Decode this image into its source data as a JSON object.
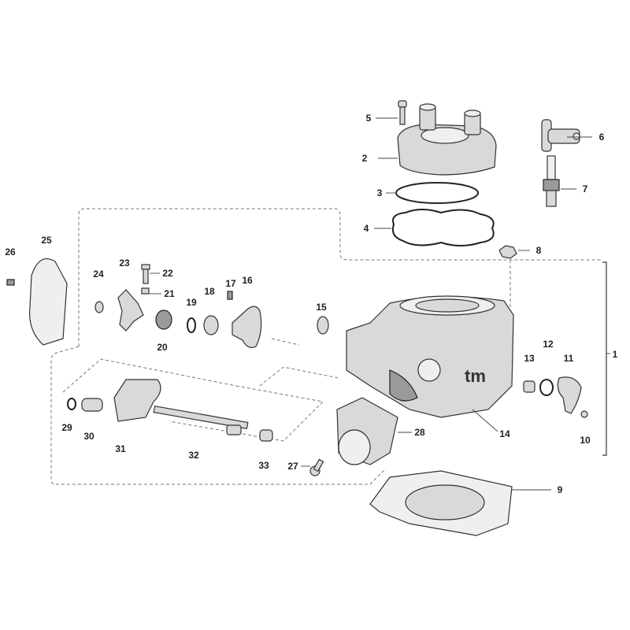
{
  "title": "Cylinder / cylinder head exploded parts diagram",
  "logo_text": "tm",
  "callouts": [
    "1",
    "2",
    "3",
    "4",
    "5",
    "6",
    "7",
    "8",
    "9",
    "10",
    "11",
    "12",
    "13",
    "14",
    "15",
    "16",
    "17",
    "18",
    "19",
    "20",
    "21",
    "22",
    "23",
    "24",
    "25",
    "26",
    "27",
    "28",
    "29",
    "30",
    "31",
    "32",
    "33"
  ]
}
